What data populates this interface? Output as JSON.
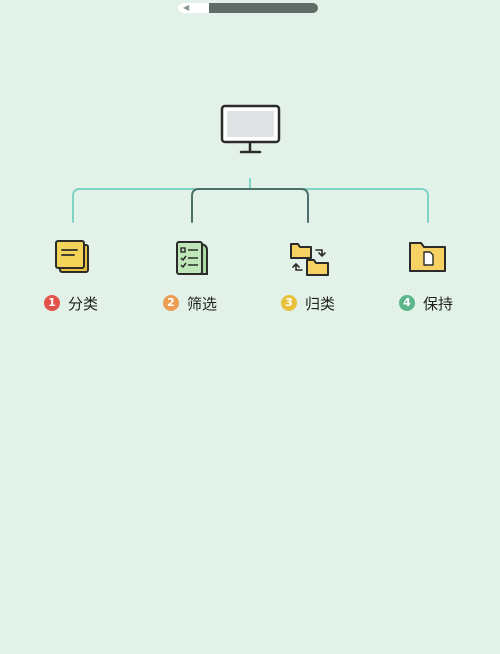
{
  "progress": {
    "fraction": 0.23
  },
  "nodes": [
    {
      "id": "step1",
      "number": "1",
      "label": "分类",
      "badge_color": "#e0524a",
      "icon": "sticky-note-icon"
    },
    {
      "id": "step2",
      "number": "2",
      "label": "筛选",
      "badge_color": "#ec9d53",
      "icon": "checklist-icon"
    },
    {
      "id": "step3",
      "number": "3",
      "label": "归类",
      "badge_color": "#e8c23f",
      "icon": "folder-transfer-icon"
    },
    {
      "id": "step4",
      "number": "4",
      "label": "保持",
      "badge_color": "#5bb68a",
      "icon": "folder-document-icon"
    }
  ],
  "root": {
    "icon": "monitor-icon"
  },
  "colors": {
    "connector_light": "#7fd3c4",
    "connector_dark": "#4e6f6a",
    "folder": "#f6d264",
    "note": "#f4d458",
    "list": "#bfe6b7"
  }
}
